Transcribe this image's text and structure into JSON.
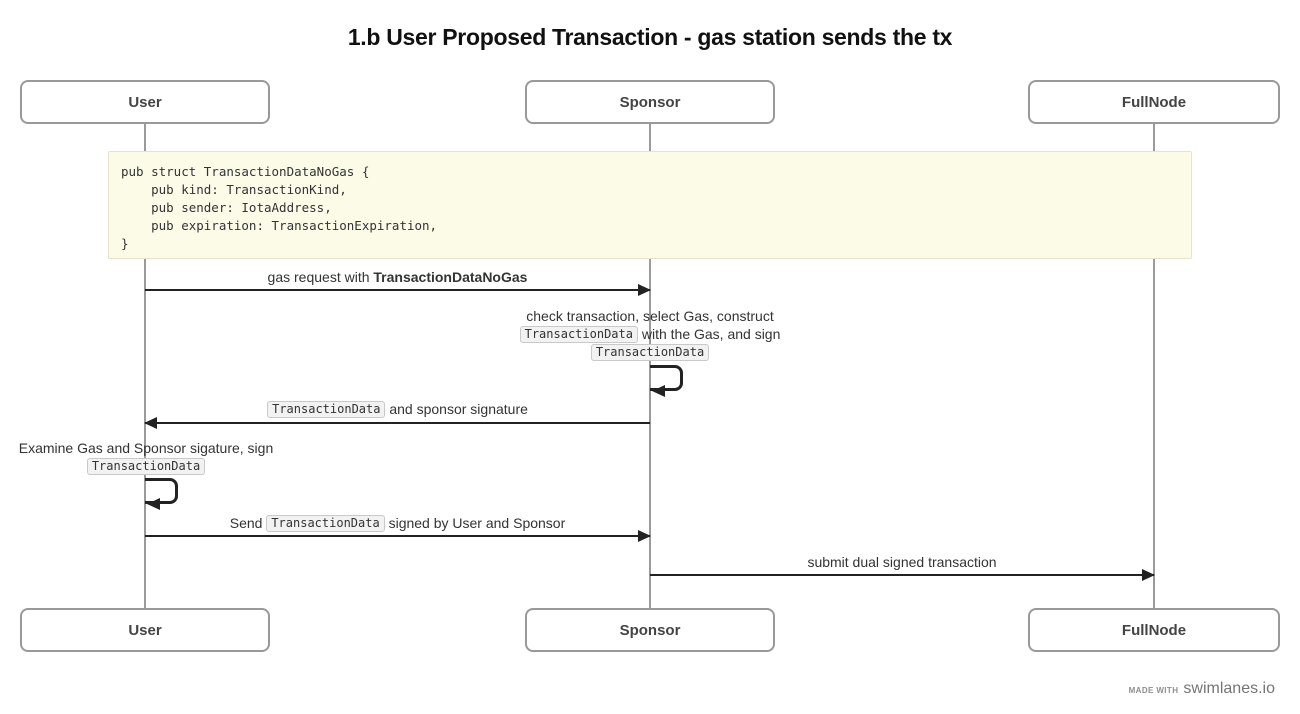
{
  "title": "1.b User Proposed Transaction - gas station sends the tx",
  "actors": [
    {
      "label": "User"
    },
    {
      "label": "Sponsor"
    },
    {
      "label": "FullNode"
    }
  ],
  "note": {
    "code": "pub struct TransactionDataNoGas {\n    pub kind: TransactionKind,\n    pub sender: IotaAddress,\n    pub expiration: TransactionExpiration,\n}"
  },
  "messages": {
    "gas_request": {
      "from": "User",
      "to": "Sponsor",
      "text": "gas request with ",
      "bold": "TransactionDataNoGas"
    },
    "sponsor_self": {
      "actor": "Sponsor",
      "line1": "check transaction, select Gas, construct",
      "line2_code": "TransactionData",
      "line2_text": " with the Gas, and sign",
      "line3_code": "TransactionData"
    },
    "sponsor_reply": {
      "from": "Sponsor",
      "to": "User",
      "code": "TransactionData",
      "text": " and sponsor signature"
    },
    "user_self": {
      "actor": "User",
      "line1": "Examine Gas and Sponsor sigature, sign",
      "line2_code": "TransactionData"
    },
    "send_signed": {
      "from": "User",
      "to": "Sponsor",
      "text1": "Send ",
      "code": "TransactionData",
      "text2": " signed by User and Sponsor"
    },
    "submit": {
      "from": "Sponsor",
      "to": "FullNode",
      "text": "submit dual signed transaction"
    }
  },
  "footer": {
    "made_with": "made with",
    "brand": "swimlanes.io"
  },
  "colors": {
    "note_bg": "#fcfbe8",
    "note_border": "#e6e3cd",
    "message_line": "#222222",
    "lifeline": "#9a9a9a",
    "actor_border": "#999999",
    "chip_bg": "#f2f2f2",
    "chip_border": "#c9c9c9"
  }
}
